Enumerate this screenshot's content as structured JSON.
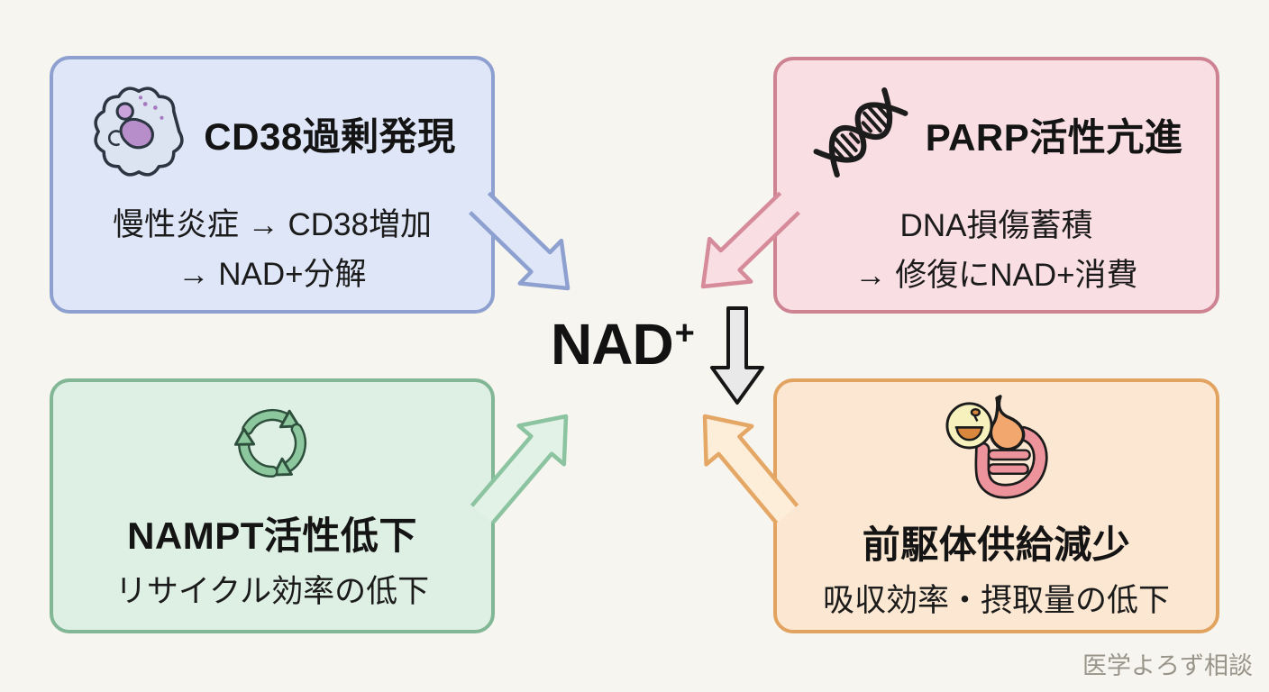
{
  "page": {
    "background": "#f7f5ef",
    "watermark": "医学よろず相談"
  },
  "center": {
    "label": "NAD",
    "sup": "+",
    "arrow_icon": "down-block-arrow-icon"
  },
  "boxes": [
    {
      "id": "cd38-overexpression",
      "title": "CD38過剰発現",
      "line1": "慢性炎症 → CD38増加",
      "line2": "→ NAD+分解",
      "icon": "immune-cell-icon",
      "fill": "#dee6f7",
      "border": "#8da0cf"
    },
    {
      "id": "parp-hyperactivation",
      "title": "PARP活性亢進",
      "line1": "DNA損傷蓄積",
      "line2": "→ 修復にNAD+消費",
      "icon": "dna-icon",
      "fill": "#f9dee4",
      "border": "#cd8391"
    },
    {
      "id": "nampt-activity-decline",
      "title": "NAMPT活性低下",
      "line1": "リサイクル効率の低下",
      "line2": "",
      "icon": "recycle-icon",
      "fill": "#def0e4",
      "border": "#82b795"
    },
    {
      "id": "precursor-supply-decrease",
      "title": "前駆体供給減少",
      "line1": "吸収効率・摂取量の低下",
      "line2": "",
      "icon": "gut-icon",
      "fill": "#fce8d2",
      "border": "#e2a361"
    }
  ],
  "arrows": {
    "cd38": {
      "fill": "#dee6f7",
      "stroke": "#8da0cf"
    },
    "parp": {
      "fill": "#f9dee4",
      "stroke": "#d68b9a"
    },
    "nampt": {
      "fill": "#e2f2e7",
      "stroke": "#8cc3a0"
    },
    "precursor": {
      "fill": "#fdeeda",
      "stroke": "#e5a765"
    },
    "center": {
      "fill": "#e9e9e9",
      "stroke": "#161616"
    }
  }
}
